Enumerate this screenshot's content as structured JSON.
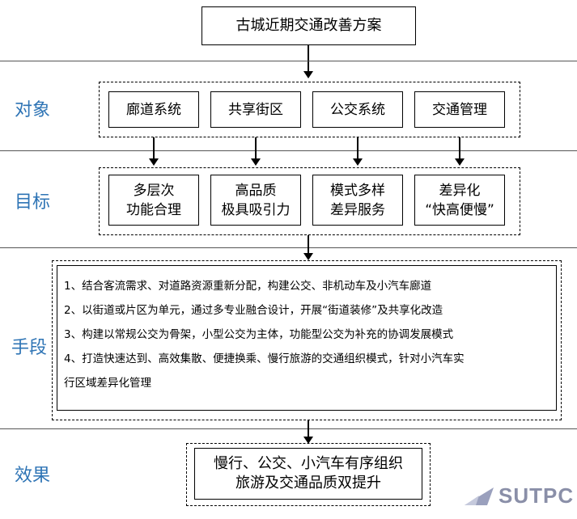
{
  "title": "古城近期交通改善方案",
  "sections": {
    "objects": {
      "label": "对象",
      "items": [
        "廊道系统",
        "共享街区",
        "公交系统",
        "交通管理"
      ]
    },
    "goals": {
      "label": "目标",
      "items": [
        {
          "line1": "多层次",
          "line2": "功能合理"
        },
        {
          "line1": "高品质",
          "line2": "极具吸引力"
        },
        {
          "line1": "模式多样",
          "line2": "差异服务"
        },
        {
          "line1": "差异化",
          "line2": "“快高便慢”"
        }
      ]
    },
    "methods": {
      "label": "手段",
      "lines": [
        "1、结合客流需求、对道路资源重新分配，构建公交、非机动车及小汽车廊道",
        "2、以街道或片区为单元，通过多专业融合设计，开展“街道装修”及共享化改造",
        "3、构建以常规公交为骨架，小型公交为主体，功能型公交为补充的协调发展模式",
        "4、打造快速达到、高效集散、便捷换乘、慢行旅游的交通组织模式，针对小汽车实",
        "行区域差异化管理"
      ]
    },
    "effects": {
      "label": "效果",
      "line1": "慢行、公交、小汽车有序组织",
      "line2": "旅游及交通品质双提升"
    }
  },
  "logo": {
    "text": "SUTPC",
    "icon": "sutpc-logo-icon"
  }
}
